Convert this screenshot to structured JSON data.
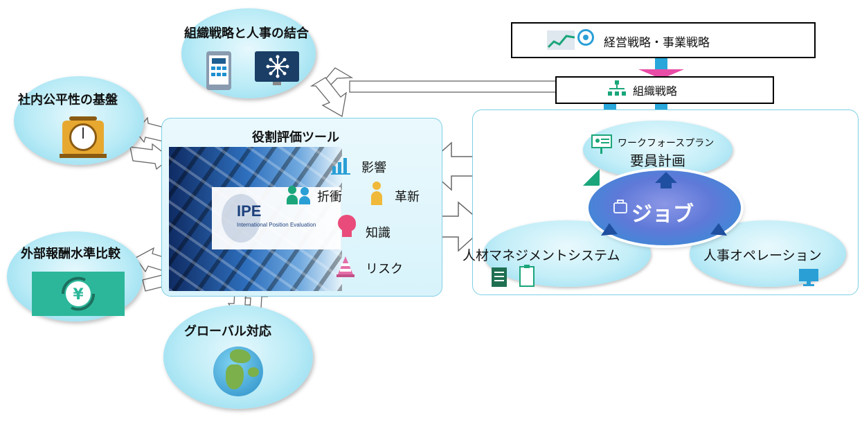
{
  "bubbles": {
    "org_strategy": "組織戦略と人事の結合",
    "internal_fairness": "社内公平性の基盤",
    "external_pay": "外部報酬水準比較",
    "global": "グローバル対応"
  },
  "tool": {
    "title": "役割評価ツール",
    "ipe_logo": "IPE",
    "ipe_sub": "International Position Evaluation",
    "factors": {
      "impact": "影響",
      "tradeoff": "折衝",
      "innovation": "革新",
      "knowledge": "知識",
      "risk": "リスク"
    }
  },
  "right": {
    "management_strategy": "経営戦略・事業戦略",
    "org_strategy": "組織戦略",
    "workforce_plan": "ワークフォースプラン",
    "staffing_plan": "要員計画",
    "job": "ジョブ",
    "talent_system": "人材マネジメントシステム",
    "hr_operation": "人事オペレーション"
  },
  "colors": {
    "bubble": "#b9ebf6",
    "panel_border": "#7ecfe4",
    "job_center": "#5f79d8",
    "dark_blue_arrow": "#1f4fa0",
    "pink_arrow": "#e94ca6",
    "cyan_arrow": "#29a6da",
    "green_icon": "#1aa67a"
  }
}
